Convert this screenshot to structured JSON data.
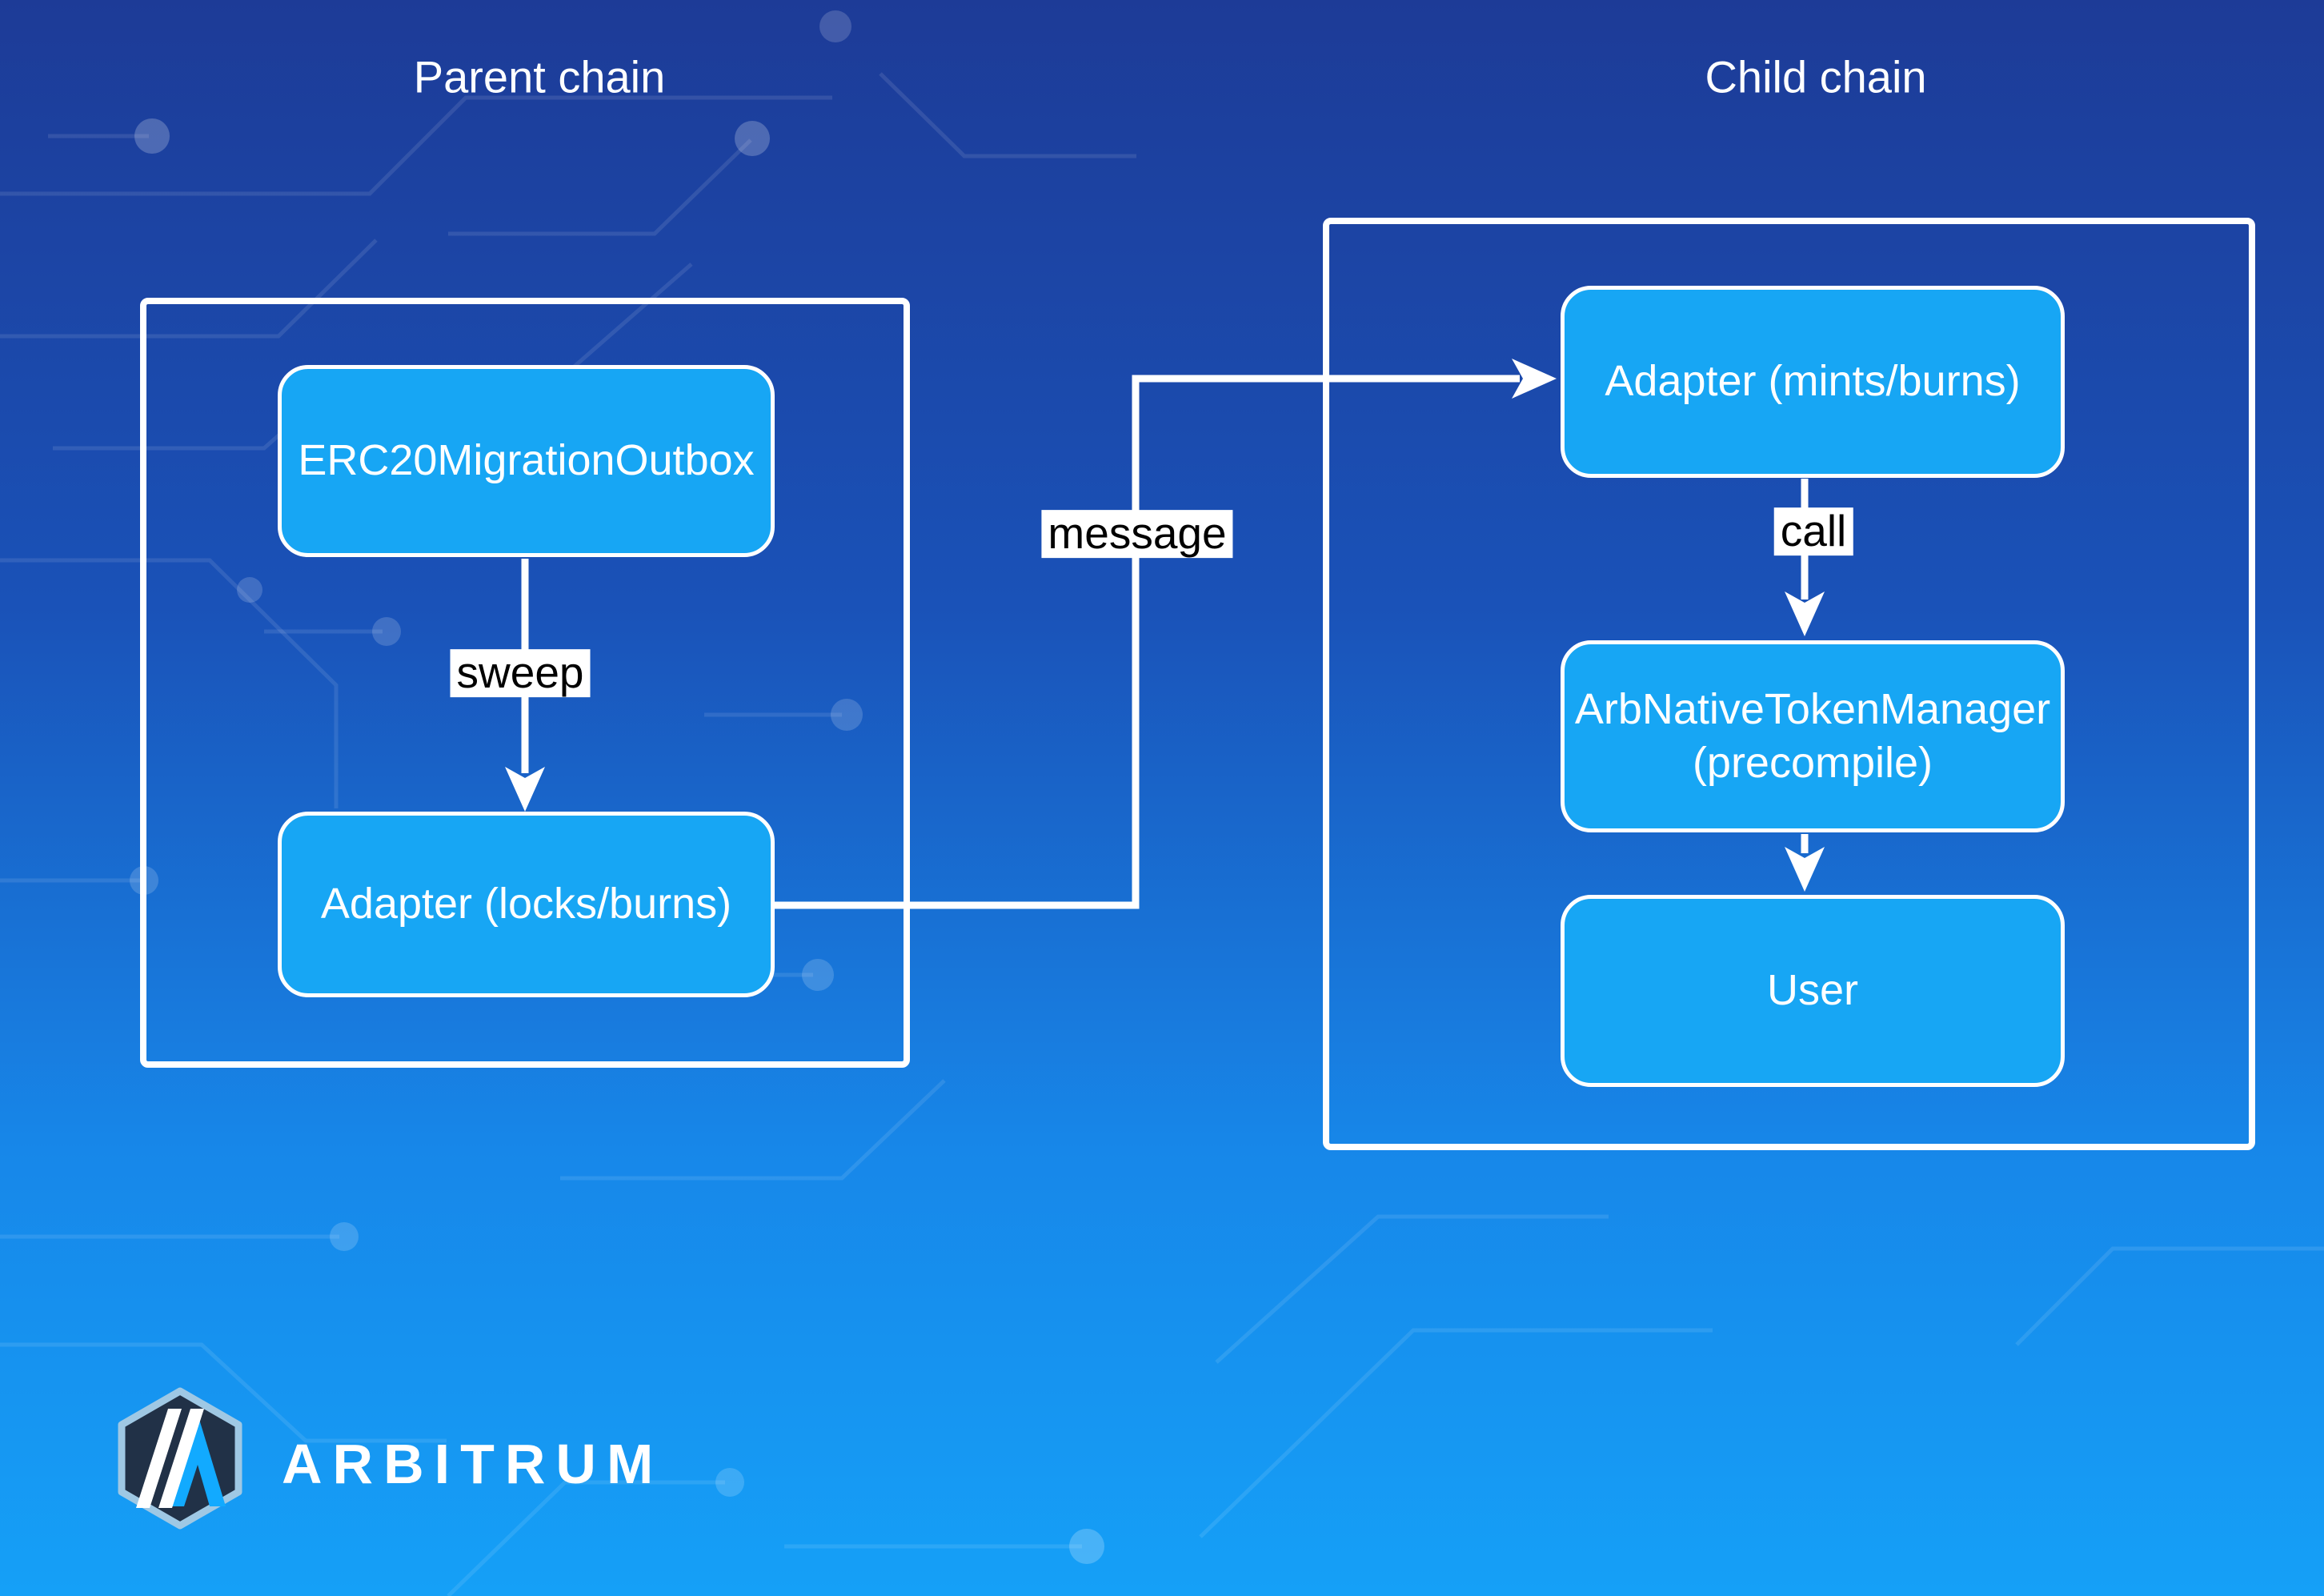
{
  "titles": {
    "parent_chain": "Parent chain",
    "child_chain": "Child chain"
  },
  "nodes": {
    "erc20_migration_outbox": {
      "label": "ERC20MigrationOutbox"
    },
    "adapter_locks_burns": {
      "label": "Adapter (locks/burns)"
    },
    "adapter_mints_burns": {
      "label": "Adapter (mints/burns)"
    },
    "arb_native_token_manager": {
      "label_line1": "ArbNativeTokenManager",
      "label_line2": "(precompile)"
    },
    "user": {
      "label": "User"
    }
  },
  "edges": {
    "sweep": {
      "label": "sweep"
    },
    "message": {
      "label": "message"
    },
    "call": {
      "label": "call"
    }
  },
  "logo": {
    "wordmark": "ARBITRUM"
  },
  "colors": {
    "background_top": "#1d3b97",
    "background_bottom": "#15a0f7",
    "node_fill": "#17a6f4",
    "node_border": "#ffffff",
    "container_border": "#ffffff",
    "edge_line": "#ffffff",
    "edge_label_bg": "#ffffff",
    "edge_label_text": "#000000",
    "title_text": "#ffffff",
    "logo_shield_fill": "#213147",
    "logo_shield_border": "#9fc8e4",
    "logo_accent": "#12aaff"
  }
}
